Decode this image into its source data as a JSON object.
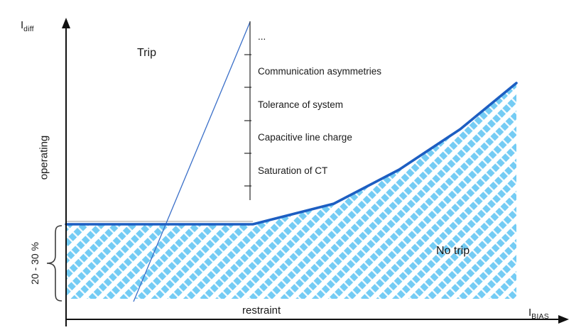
{
  "diagram": {
    "y_axis": {
      "symbol": "I",
      "subscript": "diff",
      "rotated_label": "operating"
    },
    "x_axis": {
      "symbol": "I",
      "subscript": "BIAS",
      "label": "restraint"
    },
    "pickup_range": "20 - 30 %",
    "trip_region": "Trip",
    "no_trip_region": "No trip",
    "error_scale": {
      "items": [
        "...",
        "Communication asymmetries",
        "Tolerance of system",
        "Capacitive line charge",
        "Saturation of CT"
      ]
    },
    "colors": {
      "characteristic_line": "#1d5ec2",
      "slope_line": "#3a6fc8",
      "hatch_fill": "#74ccf4",
      "axis": "#111111"
    }
  }
}
